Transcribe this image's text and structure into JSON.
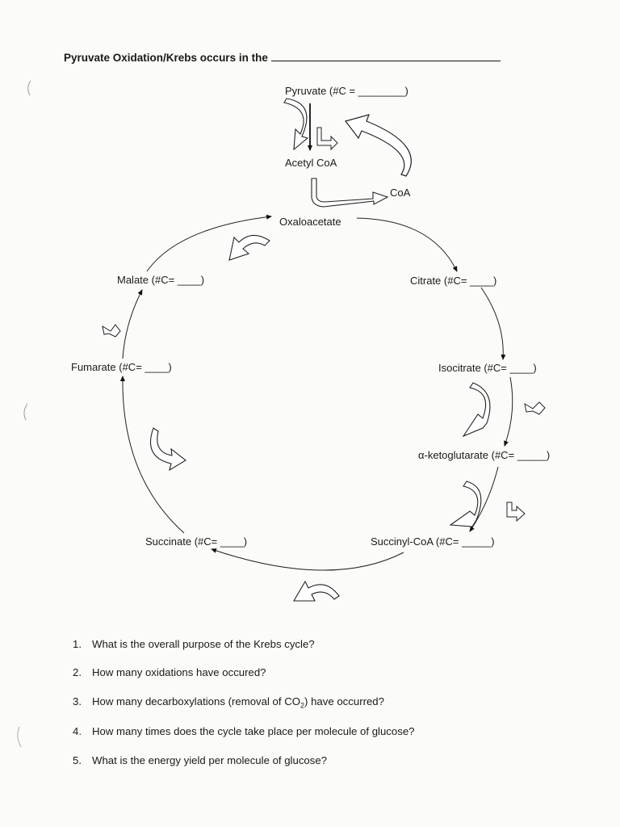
{
  "worksheet": {
    "title": "Pyruvate Oxidation/Krebs occurs in the",
    "top": {
      "pyruvate": "Pyruvate (#C = ________)",
      "acetyl_coa": "Acetyl CoA",
      "coa": "CoA"
    },
    "cycle": {
      "oxaloacetate": "Oxaloacetate",
      "citrate": "Citrate (#C= ____)",
      "isocitrate": "Isocitrate (#C= ____)",
      "ketoglutarate": "α-ketoglutarate (#C= _____)",
      "succinyl_coa": "Succinyl-CoA (#C= _____)",
      "succinate": "Succinate (#C= ____)",
      "fumarate": "Fumarate (#C= ____)",
      "malate": "Malate (#C= ____)"
    },
    "questions": [
      {
        "num": "1.",
        "text": "What is the overall purpose of the Krebs cycle?"
      },
      {
        "num": "2.",
        "text": "How many oxidations have occured?"
      },
      {
        "num": "3.",
        "text_before": "How many decarboxylations (removal of CO",
        "subscript": "2",
        "text_after": ") have occurred?"
      },
      {
        "num": "4.",
        "text": "How many times does the cycle take place per molecule of glucose?"
      },
      {
        "num": "5.",
        "text": "What is the energy yield per molecule of glucose?"
      }
    ]
  }
}
